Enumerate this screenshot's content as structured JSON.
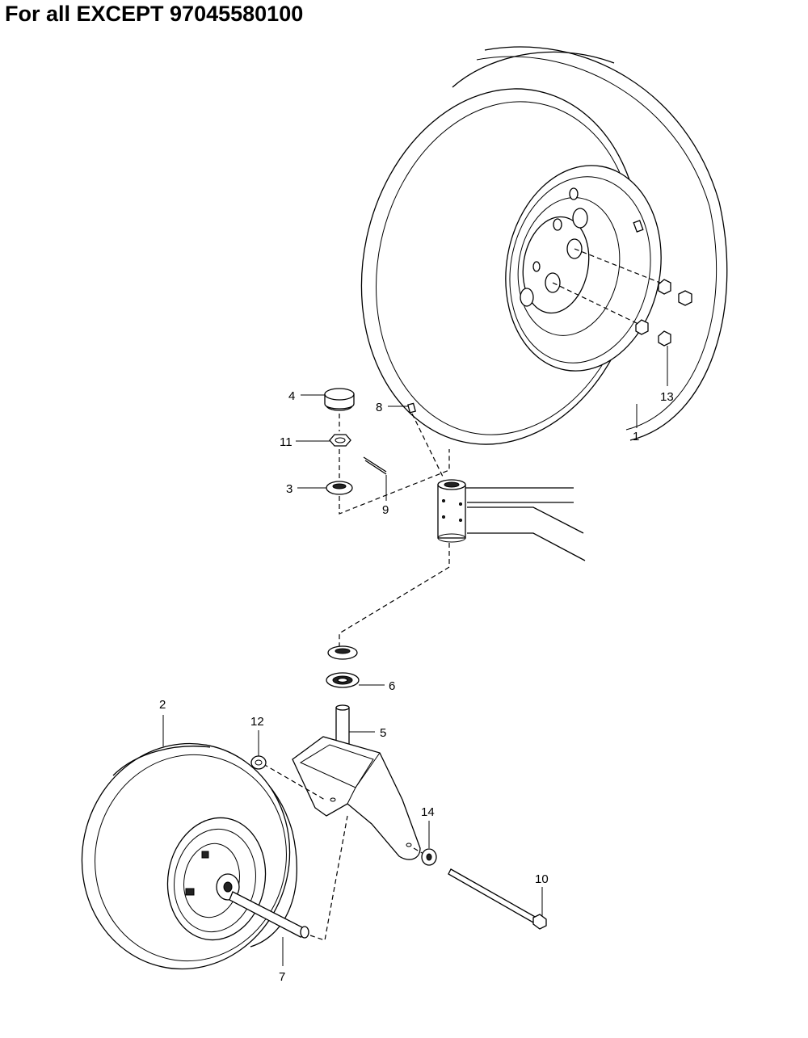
{
  "title": "For all EXCEPT 97045580100",
  "callouts": [
    "1",
    "2",
    "3",
    "4",
    "5",
    "6",
    "7",
    "8",
    "9",
    "10",
    "11",
    "12",
    "13",
    "14"
  ]
}
